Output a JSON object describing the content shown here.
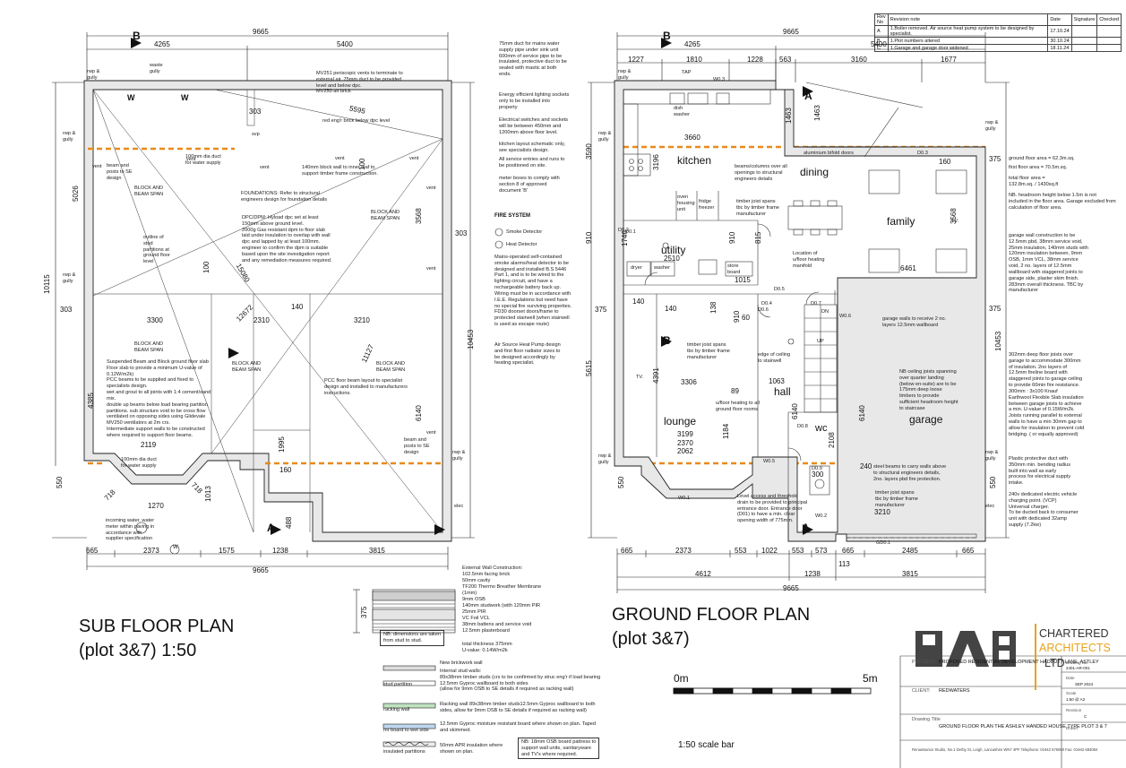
{
  "revisions": {
    "headers": [
      "Rev No",
      "Revision note",
      "Date",
      "Signature",
      "Checked"
    ],
    "rows": [
      [
        "A",
        "1.Boiler removed. Air source heat pump system to be designed by specialist.",
        "17.10.24",
        "",
        ""
      ],
      [
        "B",
        "1.Plot numbers altered",
        "30.10.24",
        "",
        ""
      ],
      [
        "C",
        "1.Garage and garage door widened",
        "18.11.24",
        "",
        ""
      ]
    ]
  },
  "sub_floor": {
    "title": "SUB FLOOR PLAN\n(plot 3&7) 1:50",
    "dims_top": [
      "9665",
      "4265",
      "5400"
    ],
    "dims_bottom": [
      "665",
      "2373",
      "1575",
      "1238",
      "3815",
      "9665"
    ],
    "dims_misc": [
      "303",
      "303",
      "10115",
      "3300",
      "2310",
      "3210",
      "4385",
      "2119",
      "1270",
      "1013",
      "1995",
      "160",
      "550",
      "5026",
      "3568",
      "10453",
      "6140",
      "100",
      "100",
      "140",
      "12672",
      "11127",
      "15080",
      "5595",
      "488",
      "718",
      "718",
      "303"
    ],
    "markers": [
      "B",
      "A"
    ],
    "labels": [
      "rwp &\ngully",
      "rwp &\ngully",
      "rwp &\ngully",
      "rwp &\ngully",
      "waste\ngully",
      "vent",
      "vent",
      "vent",
      "vent",
      "vent",
      "vent",
      "vent",
      "vent",
      "svp",
      "W",
      "W",
      "W",
      "elec"
    ],
    "notes": [
      "MV251 periscopic vents to terminate to\nexternal air. 75mm duct to be provided\nlevel and below dpc.\nMV250 air brick",
      "red eng'r brick below dpc level",
      "100mm dia duct\nfor water supply",
      "140mm block wall to inner leaf to\nsupport timber frame construction.",
      "beam and\nposts to SE\ndesign",
      "BLOCK AND\nBEAM SPAN",
      "FOUNDATIONS: Refer to structural\nengineers design for foundation details",
      "DPC/DPM: Hyload dpc set at least\n150mm above ground level.\n2000g Gas resistant dpm to floor slab\nlaid under insulation to overlap with wall\ndpc and lapped by at least 100mm.\nengineer to confirm the dpm is suitable\nbased upon the site investigation report\nand any remediation measures required.",
      "BLOCK AND\nBEAM SPAN",
      "outline of\nstud\npartitions at\nground floor\nlevel",
      "BLOCK AND\nBEAM SPAN",
      "Suspended Beam and Block ground floor slab\nFloor slab to provide a minimum U-value of\n0.12W/m2k)\nPCC beams to be supplied and fixed to\nspecialists design.\nwet and grout to all joints with 1:4 cement/sand\nmix.\ndouble up beams below load bearing partition\npartitions. sub structure void to be cross flow\nventilated on opposing sides using Glidevale\nMV250 ventilators at 2m crs.\nIntermediate support walls to be constructed\nwhere required to support floor beams.",
      "BLOCK AND\nBEAM SPAN",
      "BLOCK AND\nBEAM SPAN",
      "PCC floor beam layout to specialist\ndesign and installed to manufacturers\ninstructions.",
      "beam and\nposts to SE\ndesign",
      "100mm dia duct\nfor water supply",
      "incoming water, water\nmeter within paving in\naccordance with\nsupplier specification"
    ]
  },
  "middle_notes": [
    "75mm duct for mains water\nsupply pipe under sink unit\n600mm of service pipe to be\ninsulated, protective duct to be\nsealed with mastic at both\nends.",
    "Energy efficient lighting sockets\nonly to be installed into\nproperty",
    "Electrical switches and sockets\nwill be between 450mm and\n1200mm above floor level.",
    "kitchen layout schematic only,\nsee specialists design.",
    "All service entries and runs to\nbe positioned on site.",
    "meter boxes to comply with\nsection 8 of approved\ndocument 'B'"
  ],
  "fire_system": {
    "title": "FIRE SYSTEM",
    "items": [
      "Smoke Detector",
      "Heat Detector"
    ],
    "notes": [
      "Mains-operated self-contained\nsmoke alarms/heat detector to be\ndesigned and installed B.S 5446\nPart 1, and is to be wired to the\nlighting circuit, and have a\nrechargeable battery back up.\nWiring must be in accordance with\nI.E.E. Regulations but need have\nno special fire surviving properties.\nFD30 doorset doors/frame to\nprotected stairwell (when stairwell\nis used as escape route)",
      "Air Source Heat Pump design\nand first floor radiator sizes to\nbe designed accordingly by\nheating specialist."
    ]
  },
  "ground_floor": {
    "title": "GROUND FLOOR PLAN\n(plot 3&7)",
    "dims_top": [
      "9665",
      "4265",
      "5400",
      "1227",
      "1810",
      "1228",
      "563",
      "3160",
      "1677"
    ],
    "dims_bottom": [
      "665",
      "2373",
      "553",
      "1022",
      "553",
      "573",
      "665",
      "2485",
      "665",
      "4612",
      "1238",
      "3815",
      "9665",
      "113"
    ],
    "dims_misc": [
      "1463",
      "1463",
      "3590",
      "910",
      "910",
      "375",
      "375",
      "140",
      "140",
      "5615",
      "2510",
      "1015",
      "3660",
      "1746",
      "3196",
      "3306",
      "89",
      "3199",
      "2370",
      "2062",
      "1184",
      "1063",
      "6140",
      "6140",
      "10453",
      "3568",
      "4391",
      "6461",
      "2108",
      "3210",
      "550",
      "550",
      "138",
      "60",
      "910",
      "815",
      "160",
      "240",
      "300",
      "375"
    ],
    "rooms": [
      "kitchen",
      "dining",
      "family",
      "utility",
      "lounge",
      "hall",
      "wc",
      "garage"
    ],
    "room_extra": [
      "TV.",
      "TV."
    ],
    "doors": [
      "D0.1",
      "D0.2",
      "D0.3",
      "D0.4",
      "D0.5",
      "D0.6",
      "D0.7",
      "D0.8",
      "D0.9",
      "GD0.1"
    ],
    "windows": [
      "W0.1",
      "W0.2",
      "W0.3",
      "W0.5",
      "W0.6"
    ],
    "markers": [
      "B",
      "A",
      "B",
      "A",
      "TAP",
      "UP",
      "DN"
    ],
    "labels": [
      "rwp &\ngully",
      "rwp &\ngully",
      "rwp &\ngully",
      "rwp &\ngully",
      "rwp &\ngully",
      "dish\nwasher",
      "oven\nhousing\nunit",
      "fridge\nfreezer",
      "washer",
      "dryer",
      "store\nboard",
      "elec"
    ],
    "notes": [
      "aluminium bifold doors",
      "beams/columns over all\nopenings to structural\nengineers details",
      "timber joist spans\ntbc by timber frame\nmanufacturer",
      "Location of\nu/floor heating\nmanifold",
      "ground floor area = 62.3m.sq.",
      "first floor area = 70.5m.sq.",
      "total floor area =\n132.8m.sq. / 1430sq.ft",
      "NB.    headroom height below 1.5m is not\nincluded in the floor area. Garage excluded from\ncalculation of floor area.",
      "garage wall construction to be\n12.5mm pbd, 38mm service void,\n25mm insulation, 140mm studs with\n120mm insulation between, 9mm\nOSB, 1mm VCL, 38mm service\nvoid, 2 no. layers of 12.5mm\nwallboard with staggered joints to\ngarage side, plaster skim finish.\n283mm overall thickness. TBC by\nmanufacturer",
      "garage walls to receive 2 no.\nlayers 12.5mm wallboard",
      "302mm deep floor joists over\ngarage to accommodate 300mm\nof insulation. 2no layers of\n12.5mm fireline board with\nstaggered joints  to garage ceiling\nto provide 60min fire resistance.\n300mm : 3x100  Knauf\nEarthwool Flexible Slab insulation\nbetween garage joists to achieve\na min. U-value of 0.15W/m2k.\nJoists running parallel to external\nwalls to have a min 30mm gap to\nallow for insulation to prevent cold\nbridging.  ( or equally approved)",
      "edge of ceiling\nto stairwell",
      "NB ceiling joists spanning\nover quarter landing\n(below en-suite) are to be\n175mm deep loose\ntimbers to provide\nsufficient headroom height\nto staircase",
      "timber joist spans\ntbc by timber frame\nmanufacturer",
      "u/floor heating to all\nground floor rooms",
      "Level access and threshold\ndrain to be provided to principal\nentrance door. Entrance door\n(D01) to have a min. clear\nopening width of 775mm.",
      "steel beams to carry walls above\nto structural engineers details,\n2no. layers pbd fire protection.",
      "timber joist spans\ntbc by timber frame\nmanufacturer",
      "Plastic protective duct with\n350mm min. bending radius\nbuilt into wall as early\nprocess for electrical supply\nintake.",
      "240v dedicated electric vehicle\ncharging point. (VCP)\nUniversal charger.\nTo be ducted back to consumer\nunit with dedicated 32amp\nsupply (7.2kw)"
    ]
  },
  "wall_construction": {
    "title": "External Wall Construction:",
    "layers": [
      "102.5mm facing brick",
      "50mm cavity",
      "TF200 Thermo Breather Membrane\n(1mm)",
      "9mm OSB",
      "140mm studwork (with 120mm PIR",
      "25mm PIR",
      "VC Foil VCL",
      "38mm battens and service void",
      "12.5mm plasterboard"
    ],
    "dimension": "375",
    "nb": "NB: dimensions are taken\nfrom stud to stud.",
    "totals": "total thickness 375mm\nU-value: 0.14W/m2k"
  },
  "legend": {
    "items": [
      {
        "label": "",
        "desc": "New brickwork wall"
      },
      {
        "label": "stud partition",
        "desc": "Internal stud walls:\n89x38mm timber studs (crs to be confirmed by struc eng'r if load bearing\n12.5mm Gyproc wallboard to both sides\n(allow for 9mm OSB to SE details if required as racking wall)"
      },
      {
        "label": "racking wall",
        "desc": "Racking wall 89x38mm timber studs12.5mm Gyproc wallboard to both\nsides, allow for 9mm OSB to SE details if required as racking wall)"
      },
      {
        "label": "mr board to wet side",
        "desc": "12.5mm Gyproc moisture resistant board where shown on plan. Taped\nand skimmed."
      },
      {
        "label": "insulated partitions",
        "desc": "50mm APR insulation where\nshown on plan."
      }
    ],
    "nb2": "NB: 18mm OSB board pattress to\nsupport wall units, sanitaryware\nand TV's where required."
  },
  "scale_bar": {
    "start": "0m",
    "end": "5m",
    "label": "1:50 scale bar"
  },
  "title_block": {
    "logo": "PAB",
    "firm_line1": "CHARTERED",
    "firm_line2": "ARCHITECTS",
    "firm_line3": "LTD",
    "project_label": "PROJECT:",
    "project": "PROPOSED RESIDENTIAL DEVELOPMENT\nHADBUTT LANE,\nASTLEY",
    "client_label": "CLIENT:",
    "client": "REDWATERS",
    "drawing_title_label": "Drawing Title",
    "drawing_title": "GROUND FLOOR PLAN\nTHE ASHLEY HANDED HOUSE TYPE\nPLOT 3 & 7",
    "drawing_no_label": "Drawing No.",
    "drawing_no": "2401-AR-001",
    "date_label": "Date",
    "date": "SEP 2024",
    "scale_label": "Scale",
    "scale": "1:50 @ A2",
    "revision_label": "Revision",
    "revision": "C",
    "drawn_label": "Drawn",
    "address": "Renaissance Studio, No.1 Derby St, Leigh, Lancashire WN7 4PF\nTelephone: 01942 676060   Fax: 01942 683084"
  }
}
